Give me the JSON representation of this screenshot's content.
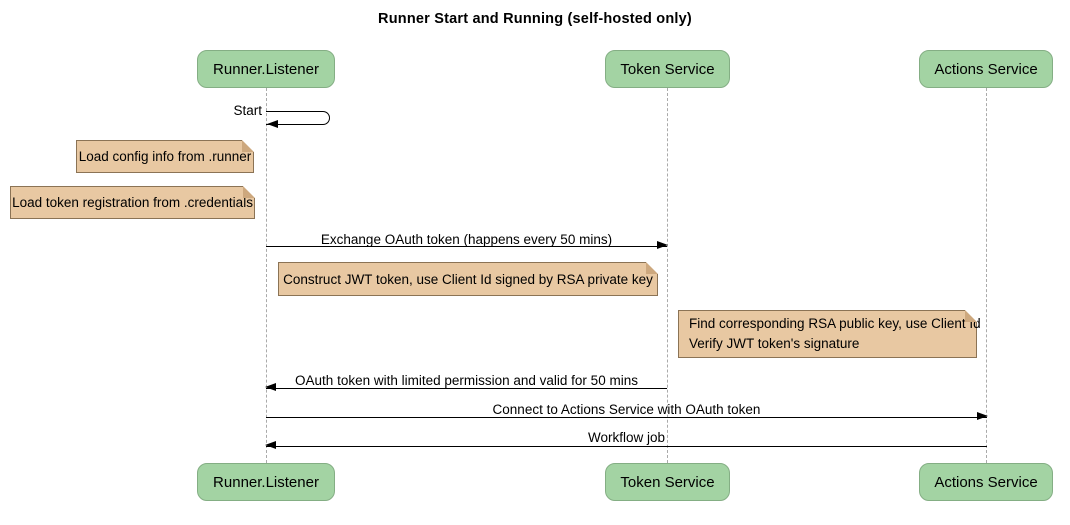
{
  "title": "Runner Start and Running (self-hosted only)",
  "participants": [
    {
      "name": "Runner.Listener"
    },
    {
      "name": "Token Service"
    },
    {
      "name": "Actions Service"
    }
  ],
  "messages": [
    {
      "label": "Start",
      "from": "Runner.Listener",
      "to": "Runner.Listener",
      "type": "self"
    },
    {
      "label": "Exchange OAuth token (happens every 50 mins)",
      "from": "Runner.Listener",
      "to": "Token Service"
    },
    {
      "label": "OAuth token with limited permission and valid for 50 mins",
      "from": "Token Service",
      "to": "Runner.Listener"
    },
    {
      "label": "Connect to Actions Service with OAuth token",
      "from": "Runner.Listener",
      "to": "Actions Service"
    },
    {
      "label": "Workflow job",
      "from": "Actions Service",
      "to": "Runner.Listener"
    }
  ],
  "notes": [
    {
      "lines": [
        "Load config info from .runner"
      ]
    },
    {
      "lines": [
        "Load token registration from .credentials"
      ]
    },
    {
      "lines": [
        "Construct JWT token, use Client Id signed by RSA private key"
      ]
    },
    {
      "lines": [
        "Find corresponding RSA public key, use Client Id",
        "Verify JWT token's signature"
      ]
    }
  ],
  "colors": {
    "participant_fill": "#A3D3A3",
    "participant_border": "#84AE84",
    "note_fill": "#E8C8A2",
    "note_border": "#8B7355",
    "note_fold": "#CDA87E",
    "lifeline": "#AAAAAA",
    "arrow": "#000000"
  }
}
